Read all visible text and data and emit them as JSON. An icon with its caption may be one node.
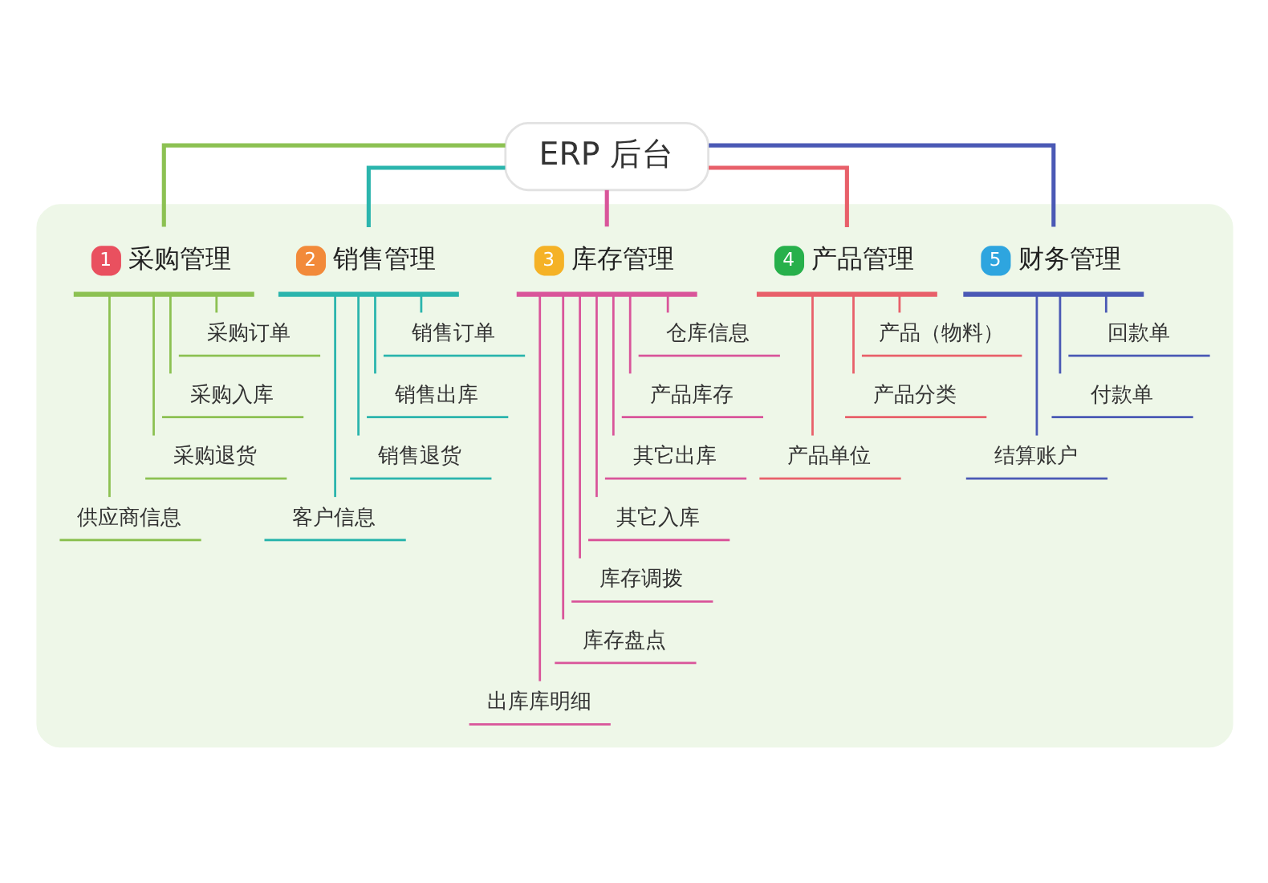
{
  "diagram": {
    "nodes": [
      {
        "text": [
          "ERP 后台"
        ]
      },
      {
        "text": [],
        "shape": "box"
      },
      {
        "text": [
          "1",
          "采购管理"
        ],
        "in": 1
      },
      {
        "text": [
          "采购订单"
        ],
        "in": 1
      },
      {
        "text": [
          "采购入库"
        ],
        "in": 1
      },
      {
        "text": [
          "采购退货"
        ],
        "in": 1
      },
      {
        "text": [
          "供应商信息"
        ],
        "in": 1
      },
      {
        "text": [
          "2",
          "销售管理"
        ],
        "in": 1
      },
      {
        "text": [
          "销售订单"
        ],
        "in": 1
      },
      {
        "text": [
          "销售出库"
        ],
        "in": 1
      },
      {
        "text": [
          "销售退货"
        ],
        "in": 1
      },
      {
        "text": [
          "客户信息"
        ],
        "in": 1
      },
      {
        "text": [
          "3",
          "库存管理"
        ],
        "in": 1
      },
      {
        "text": [
          "仓库信息"
        ],
        "in": 1
      },
      {
        "text": [
          "产品库存"
        ],
        "in": 1
      },
      {
        "text": [
          "其它出库"
        ],
        "in": 1
      },
      {
        "text": [
          "其它入库"
        ],
        "in": 1
      },
      {
        "text": [
          "库存调拨"
        ],
        "in": 1
      },
      {
        "text": [
          "库存盘点"
        ],
        "in": 1
      },
      {
        "text": [
          "出库库明细"
        ],
        "in": 1
      },
      {
        "text": [
          "4",
          "产品管理"
        ],
        "in": 1
      },
      {
        "text": [
          "产品（物料）"
        ],
        "in": 1
      },
      {
        "text": [
          "产品分类"
        ],
        "in": 1
      },
      {
        "text": [
          "产品单位"
        ],
        "in": 1
      },
      {
        "text": [
          "5",
          "财务管理"
        ],
        "in": 1
      },
      {
        "text": [
          "回款单"
        ],
        "in": 1
      },
      {
        "text": [
          "付款单"
        ],
        "in": 1
      },
      {
        "text": [
          "结算账户"
        ],
        "in": 1
      }
    ],
    "edges": [
      {
        "from": 0,
        "to": 2,
        "arrow": "none",
        "color": "#8cc152"
      },
      {
        "from": 0,
        "to": 7,
        "arrow": "none",
        "color": "#2bb5ad"
      },
      {
        "from": 0,
        "to": 12,
        "arrow": "none",
        "color": "#d9559a"
      },
      {
        "from": 0,
        "to": 20,
        "arrow": "none",
        "color": "#e8606a"
      },
      {
        "from": 0,
        "to": 24,
        "arrow": "none",
        "color": "#4a59b5"
      },
      {
        "from": 2,
        "to": 3,
        "arrow": "none",
        "color": "#8cc152"
      },
      {
        "from": 2,
        "to": 4,
        "arrow": "none",
        "color": "#8cc152"
      },
      {
        "from": 2,
        "to": 5,
        "arrow": "none",
        "color": "#8cc152"
      },
      {
        "from": 2,
        "to": 6,
        "arrow": "none",
        "color": "#8cc152"
      },
      {
        "from": 7,
        "to": 8,
        "arrow": "none",
        "color": "#2bb5ad"
      },
      {
        "from": 7,
        "to": 9,
        "arrow": "none",
        "color": "#2bb5ad"
      },
      {
        "from": 7,
        "to": 10,
        "arrow": "none",
        "color": "#2bb5ad"
      },
      {
        "from": 7,
        "to": 11,
        "arrow": "none",
        "color": "#2bb5ad"
      },
      {
        "from": 12,
        "to": 13,
        "arrow": "none",
        "color": "#d9559a"
      },
      {
        "from": 12,
        "to": 14,
        "arrow": "none",
        "color": "#d9559a"
      },
      {
        "from": 12,
        "to": 15,
        "arrow": "none",
        "color": "#d9559a"
      },
      {
        "from": 12,
        "to": 16,
        "arrow": "none",
        "color": "#d9559a"
      },
      {
        "from": 12,
        "to": 17,
        "arrow": "none",
        "color": "#d9559a"
      },
      {
        "from": 12,
        "to": 18,
        "arrow": "none",
        "color": "#d9559a"
      },
      {
        "from": 12,
        "to": 19,
        "arrow": "none",
        "color": "#d9559a"
      },
      {
        "from": 20,
        "to": 21,
        "arrow": "none",
        "color": "#e8606a"
      },
      {
        "from": 20,
        "to": 22,
        "arrow": "none",
        "color": "#e8606a"
      },
      {
        "from": 20,
        "to": 23,
        "arrow": "none",
        "color": "#e8606a"
      },
      {
        "from": 24,
        "to": 25,
        "arrow": "none",
        "color": "#4a59b5"
      },
      {
        "from": 24,
        "to": 26,
        "arrow": "none",
        "color": "#4a59b5"
      },
      {
        "from": 24,
        "to": 27,
        "arrow": "none",
        "color": "#4a59b5"
      }
    ]
  }
}
